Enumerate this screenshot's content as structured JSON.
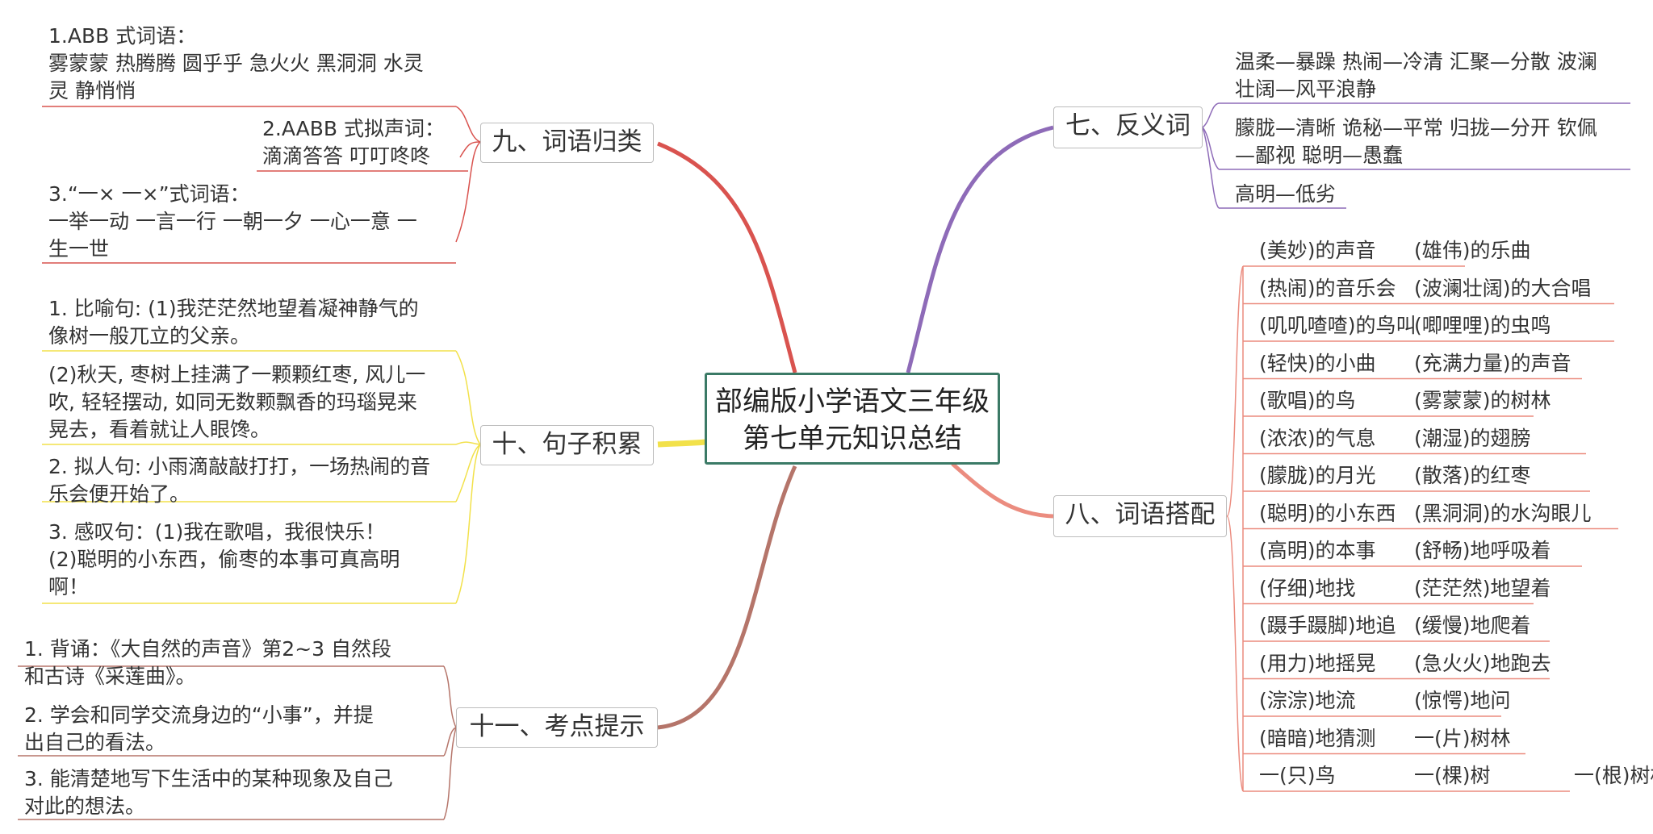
{
  "center": {
    "line1": "部编版小学语文三年级",
    "line2": "第七单元知识总结"
  },
  "colors": {
    "red": "#d9534f",
    "purple": "#8e6bb8",
    "salmon": "#eb8c7f",
    "yellow": "#f2e14a",
    "brown": "#b5756a"
  },
  "branch7": {
    "title": "七、反义词",
    "items": [
      {
        "line1": "温柔—暴躁 热闹—冷清 汇聚—分散 波澜",
        "line2": "壮阔—风平浪静"
      },
      {
        "line1": "朦胧—清晰 诡秘—平常 归拢—分开 钦佩",
        "line2": "—鄙视 聪明—愚蠢"
      },
      {
        "line1": "高明—低劣",
        "line2": ""
      }
    ]
  },
  "branch8": {
    "title": "八、词语搭配",
    "pairs": [
      {
        "a": "(美妙)的声音",
        "b": "(雄伟)的乐曲"
      },
      {
        "a": "(热闹)的音乐会",
        "b": "(波澜壮阔)的大合唱"
      },
      {
        "a": "(叽叽喳喳)的鸟叫",
        "b": "(唧哩哩)的虫鸣"
      },
      {
        "a": "(轻快)的小曲",
        "b": "(充满力量)的声音"
      },
      {
        "a": "(歌唱)的鸟",
        "b": "(雾蒙蒙)的树林"
      },
      {
        "a": "(浓浓)的气息",
        "b": "(潮湿)的翅膀"
      },
      {
        "a": "(朦胧)的月光",
        "b": "(散落)的红枣"
      },
      {
        "a": "(聪明)的小东西",
        "b": "(黑洞洞)的水沟眼儿"
      },
      {
        "a": "(高明)的本事",
        "b": "(舒畅)地呼吸着"
      },
      {
        "a": "(仔细)地找",
        "b": "(茫茫然)地望着"
      },
      {
        "a": "(蹑手蹑脚)地追",
        "b": "(缓慢)地爬着"
      },
      {
        "a": "(用力)地摇晃",
        "b": "(急火火)地跑去"
      },
      {
        "a": "(淙淙)地流",
        "b": "(惊愕)地问"
      },
      {
        "a": "(暗暗)地猜测",
        "b": "一(片)树林"
      },
      {
        "a": "一(只)鸟",
        "b": "一(棵)树",
        "c": "一(根)树枝"
      }
    ]
  },
  "branch9": {
    "title": "九、词语归类",
    "items": [
      {
        "line1": "1.ABB 式词语：",
        "line2": "雾蒙蒙 热腾腾 圆乎乎 急火火 黑洞洞 水灵",
        "line3": "灵 静悄悄"
      },
      {
        "line1": "2.AABB 式拟声词：",
        "line2": "滴滴答答 叮叮咚咚"
      },
      {
        "line1": "3.“一× 一×”式词语：",
        "line2": "一举一动 一言一行 一朝一夕 一心一意 一",
        "line3": "生一世"
      }
    ]
  },
  "branch10": {
    "title": "十、句子积累",
    "items": [
      {
        "line1": "1. 比喻句: (1)我茫茫然地望着凝神静气的",
        "line2": "像树一般兀立的父亲。"
      },
      {
        "line1": "(2)秋天, 枣树上挂满了一颗颗红枣, 风儿一",
        "line2": "吹, 轻轻摆动, 如同无数颗飘香的玛瑙晃来",
        "line3": "晃去，看着就让人眼馋。"
      },
      {
        "line1": "2. 拟人句: 小雨滴敲敲打打，一场热闹的音",
        "line2": "乐会便开始了。"
      },
      {
        "line1": "3. 感叹句：(1)我在歌唱，我很快乐！",
        "line2": "(2)聪明的小东西，偷枣的本事可真高明",
        "line3": "啊！"
      }
    ]
  },
  "branch11": {
    "title": "十一、考点提示",
    "items": [
      {
        "line1": "1. 背诵：《大自然的声音》第2~3 自然段",
        "line2": "和古诗《采莲曲》。"
      },
      {
        "line1": "2. 学会和同学交流身边的“小事”，并提",
        "line2": "出自己的看法。"
      },
      {
        "line1": "3. 能清楚地写下生活中的某种现象及自己",
        "line2": "对此的想法。"
      }
    ]
  }
}
